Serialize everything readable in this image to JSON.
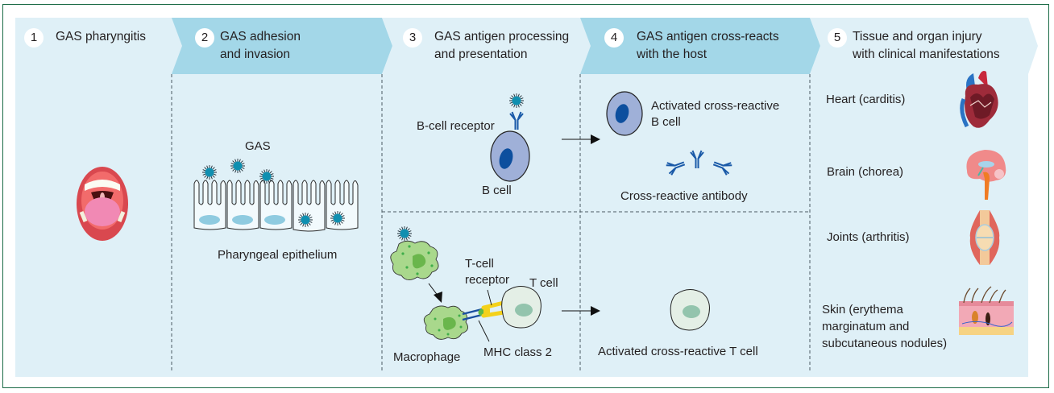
{
  "figure": {
    "colors": {
      "frame_border": "#1c6b47",
      "panel_light": "#dff0f7",
      "panel_dark": "#a3d7e8",
      "gas_bacterium": "#0f8fb0",
      "b_cell": "#9fb0d8",
      "b_cell_nucleus": "#0d4f9e",
      "antibody": "#1a5aa8",
      "macrophage": "#a9d88c",
      "t_cell": "#e4efe6",
      "t_cell_nucleus": "#93c4ad",
      "tcr": "#f4d11a",
      "mhc": "#1a4fa0"
    },
    "steps": [
      {
        "number": "1",
        "title_line1": "GAS pharyngitis",
        "title_line2": ""
      },
      {
        "number": "2",
        "title_line1": "GAS adhesion",
        "title_line2": "and invasion"
      },
      {
        "number": "3",
        "title_line1": "GAS antigen processing",
        "title_line2": "and presentation"
      },
      {
        "number": "4",
        "title_line1": "GAS antigen cross-reacts",
        "title_line2": "with the host"
      },
      {
        "number": "5",
        "title_line1": "Tissue and organ injury",
        "title_line2": "with clinical manifestations"
      }
    ],
    "step1": {
      "illustration": "open-mouth-icon"
    },
    "step2": {
      "gas_label": "GAS",
      "epithelium_label": "Pharyngeal epithelium"
    },
    "step3": {
      "bcell_receptor_label": "B-cell receptor",
      "bcell_label": "B cell",
      "tcell_receptor_line1": "T-cell",
      "tcell_receptor_line2": "receptor",
      "tcell_label": "T cell",
      "macrophage_label": "Macrophage",
      "mhc_label": "MHC class 2"
    },
    "step4": {
      "activated_bcell_line1": "Activated cross-reactive",
      "activated_bcell_line2": "B cell",
      "antibody_label": "Cross-reactive antibody",
      "activated_tcell_label": "Activated cross-reactive T cell"
    },
    "step5": {
      "manifestations": [
        {
          "line1": "Heart (carditis)",
          "line2": "",
          "line3": "",
          "icon": "heart-icon"
        },
        {
          "line1": "Brain (chorea)",
          "line2": "",
          "line3": "",
          "icon": "brain-icon"
        },
        {
          "line1": "Joints (arthritis)",
          "line2": "",
          "line3": "",
          "icon": "joint-icon"
        },
        {
          "line1": "Skin (erythema",
          "line2": "marginatum and",
          "line3": "subcutaneous nodules)",
          "icon": "skin-icon"
        }
      ]
    }
  }
}
